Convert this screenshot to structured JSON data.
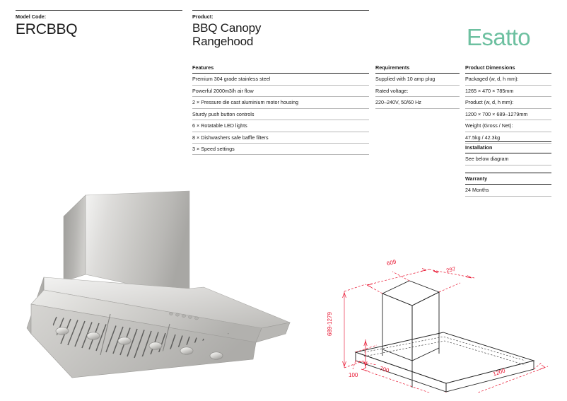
{
  "brand": {
    "name": "Esatto",
    "color": "#6dc0a0"
  },
  "model": {
    "label": "Model Code:",
    "code": "ERCBBQ"
  },
  "product": {
    "label": "Product:",
    "name_line1": "BBQ Canopy",
    "name_line2": "Rangehood"
  },
  "features": {
    "heading": "Features",
    "items": [
      "Premium 304 grade stainless steel",
      "Powerful 2000m3/h air flow",
      "2 × Pressure die cast aluminium motor housing",
      "Sturdy push button controls",
      "6 × Rotatable LED lights",
      "8 × Dishwashers safe baffle filters",
      "3 × Speed settings"
    ]
  },
  "requirements": {
    "heading": "Requirements",
    "items": [
      "Supplied with 10 amp plug",
      "Rated voltage:",
      "220–240V, 50/60 Hz"
    ]
  },
  "dimensions": {
    "heading": "Product Dimensions",
    "items": [
      "Packaged (w, d, h mm):",
      "1265 × 470 × 785mm",
      "Product (w, d, h mm):",
      "1200 × 700 × 689–1279mm",
      "Weight (Gross / Net):",
      "47.5kg / 42.3kg"
    ]
  },
  "installation": {
    "heading": "Installation",
    "items": [
      "See below diagram"
    ]
  },
  "warranty": {
    "heading": "Warranty",
    "items": [
      "24 Months"
    ]
  },
  "diagram": {
    "dim_color": "#e8112d",
    "labels": {
      "top_left": "609",
      "top_right": "297",
      "height": "689-1279",
      "base_offset": "100",
      "depth": "700",
      "width": "1200"
    }
  }
}
